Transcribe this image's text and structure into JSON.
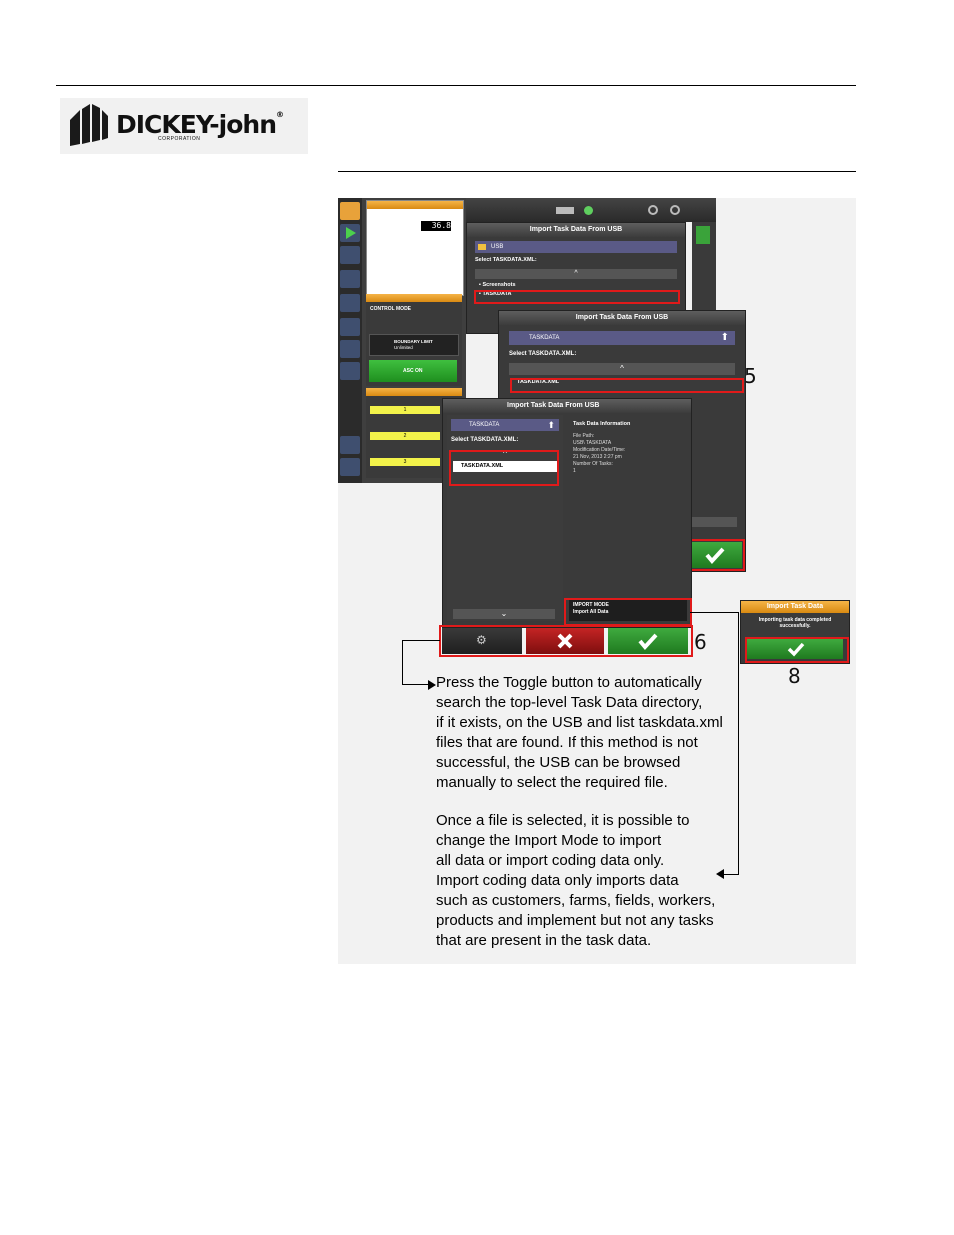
{
  "brand": {
    "name": "DICKEY-john",
    "reg": "®",
    "corp": "CORPORATION"
  },
  "screens": {
    "usb_window": {
      "title": "Import Task Data From USB",
      "location": "USB",
      "prompt": "Select TASKDATA.XML:",
      "items": [
        "Screenshots",
        "TASKDATA"
      ]
    },
    "taskdata_window": {
      "title": "Import Task Data From USB",
      "location": "TASKDATA",
      "prompt": "Select TASKDATA.XML:",
      "items": [
        "TASKDATA.XML"
      ]
    },
    "front_window": {
      "title": "Import Task Data From USB",
      "location": "TASKDATA",
      "prompt": "Select TASKDATA.XML:",
      "items": [
        "TASKDATA.XML"
      ],
      "info": {
        "heading": "Task Data Information",
        "file_path_label": "File Path:",
        "file_path": "USB\\ TASKDATA",
        "mod_label": "Modification Date/Time:",
        "mod_value": "21 Nov, 2013 2:27 pm",
        "tasks_label": "Number Of Tasks:",
        "tasks_value": "1"
      },
      "import_mode_label": "IMPORT MODE",
      "import_mode_value": "Import All Data"
    },
    "complete_dialog": {
      "title": "Import Task Data",
      "message": "Importing task data completed successfully."
    },
    "left_panel": {
      "control_mode": "CONTROL MODE",
      "boundary_limit": "BOUNDARY LIMIT",
      "boundary_value": "Unlimited",
      "asc": "ASC ON",
      "readout": "36.8",
      "sections": [
        "1",
        "2",
        "3"
      ]
    }
  },
  "callouts": [
    "5",
    "6",
    "8"
  ],
  "instructions": {
    "p1": [
      "Press the Toggle button to automatically",
      "search the top-level Task Data directory,",
      "if it exists, on the USB and list taskdata.xml",
      "files that are found. If this method is not",
      "successful, the USB can be browsed",
      "manually to select the required file."
    ],
    "p2": [
      "Once a file is selected, it is possible to",
      "change the Import Mode to import",
      "all data or import coding data only.",
      "Import coding data only imports data",
      "such as customers, farms, fields, workers,",
      "products and implement but not any tasks",
      "that are present in the task data."
    ]
  },
  "colors": {
    "highlight": "#e01a1a",
    "accept": "#2e8f2e",
    "cancel": "#a01818",
    "window_bg": "#3a3a3a",
    "path_bar": "#5a5a86",
    "panel_header": "#e89a20"
  },
  "icons": [
    "checkmark-icon",
    "close-icon",
    "gear-icon",
    "up-arrow-icon",
    "chevron-up-icon",
    "chevron-down-icon",
    "folder-icon"
  ]
}
